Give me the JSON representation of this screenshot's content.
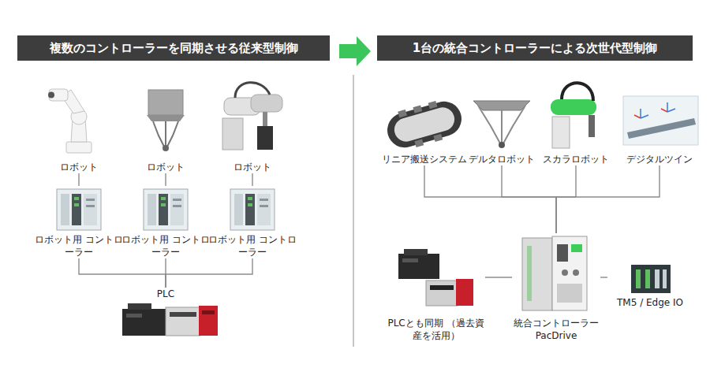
{
  "diagram": {
    "nodes": [
      {
        "text": [
          "複数のコントローラーを同期させる従来型制御"
        ]
      },
      {
        "text": [
          "1台の統合コントローラーによる次世代型制御"
        ]
      },
      {
        "text": [
          "ロボット"
        ]
      },
      {
        "text": [
          "ロボット"
        ]
      },
      {
        "text": [
          "ロボット"
        ]
      },
      {
        "text": [
          "ロボット用 コントローラー"
        ]
      },
      {
        "text": [
          "ロボット用 コントローラー"
        ]
      },
      {
        "text": [
          "ロボット用 コントローラー"
        ]
      },
      {
        "text": [
          "PLC"
        ]
      },
      {
        "text": [
          "リニア搬送システム"
        ]
      },
      {
        "text": [
          "デルタロボット"
        ]
      },
      {
        "text": [
          "スカラロボット"
        ]
      },
      {
        "text": [
          "デジタルツイン"
        ]
      },
      {
        "text": [
          "PLCとも同期 （過去資産を活用）"
        ]
      },
      {
        "text": [
          "統合コントローラー PacDrive"
        ]
      },
      {
        "text": [
          "TM5 / Edge IO"
        ]
      }
    ],
    "edges": [
      {
        "from": 2,
        "to": 5,
        "arrow": "none"
      },
      {
        "from": 3,
        "to": 6,
        "arrow": "none"
      },
      {
        "from": 4,
        "to": 7,
        "arrow": "none"
      },
      {
        "from": 5,
        "to": 8,
        "arrow": "none"
      },
      {
        "from": 6,
        "to": 8,
        "arrow": "none"
      },
      {
        "from": 7,
        "to": 8,
        "arrow": "none"
      },
      {
        "from": 9,
        "to": 14,
        "arrow": "none"
      },
      {
        "from": 10,
        "to": 14,
        "arrow": "none"
      },
      {
        "from": 11,
        "to": 14,
        "arrow": "none"
      },
      {
        "from": 12,
        "to": 14,
        "arrow": "none"
      },
      {
        "from": 13,
        "to": 14,
        "arrow": "none"
      },
      {
        "from": 14,
        "to": 15,
        "arrow": "none"
      }
    ]
  }
}
